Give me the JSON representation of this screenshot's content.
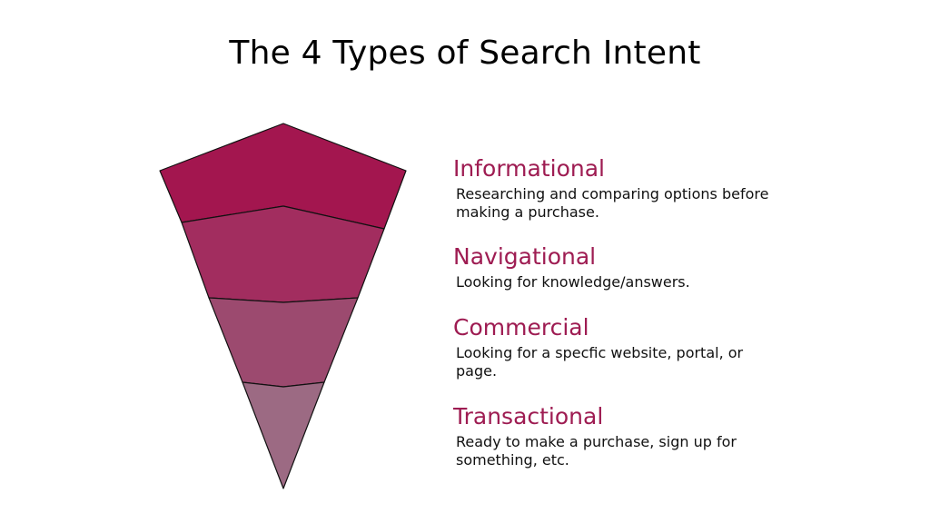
{
  "title": "The 4 Types of Search Intent",
  "accent_color": "#9e1c52",
  "layers": [
    {
      "heading": "Informational",
      "description": "Researching and comparing options before making a purchase.",
      "color": "#a3164f"
    },
    {
      "heading": "Navigational",
      "description": "Looking for knowledge/answers.",
      "color": "#a22d5f"
    },
    {
      "heading": "Commercial",
      "description": "Looking for a specfic website, portal, or page.",
      "color": "#9c4a6f"
    },
    {
      "heading": "Transactional",
      "description": "Ready to make a purchase, sign up for something, etc.",
      "color": "#9c6a83"
    }
  ]
}
